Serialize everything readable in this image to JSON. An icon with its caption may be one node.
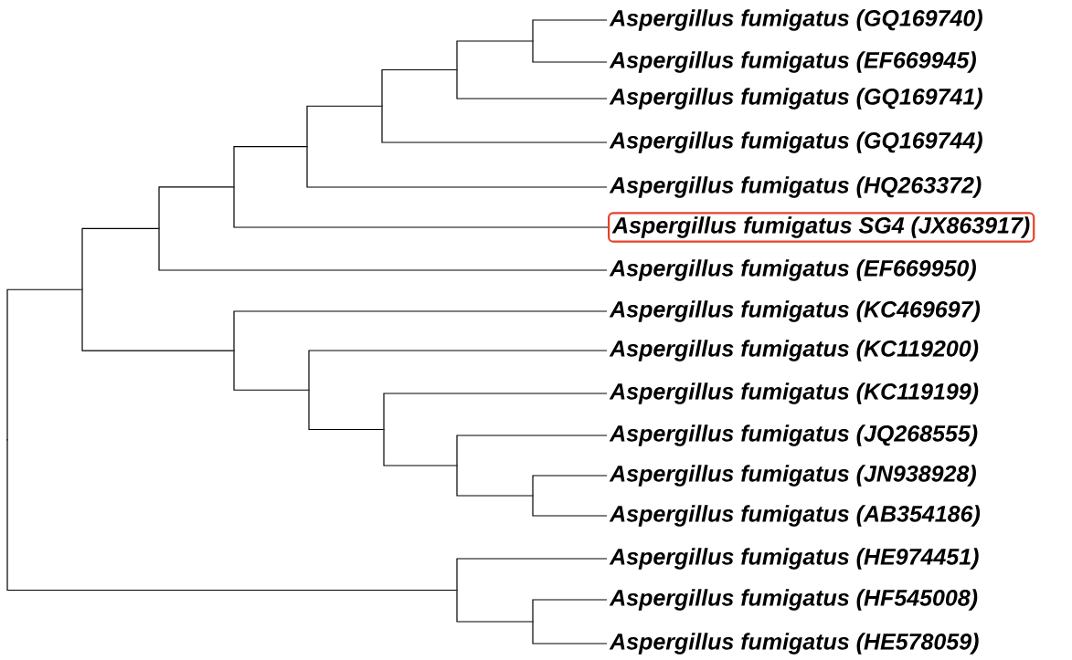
{
  "diagram": {
    "nodes": [
      {
        "text": [
          "Aspergillus fumigatus (GQ169740)"
        ]
      },
      {
        "text": [
          "Aspergillus fumigatus (EF669945)"
        ]
      },
      {
        "text": [
          "Aspergillus fumigatus (GQ169741)"
        ]
      },
      {
        "text": [
          "Aspergillus fumigatus (GQ169744)"
        ]
      },
      {
        "text": [
          "Aspergillus fumigatus (HQ263372)"
        ]
      },
      {
        "text": [
          "Aspergillus fumigatus SG4 (JX863917)"
        ]
      },
      {
        "text": [
          "Aspergillus fumigatus (EF669950)"
        ]
      },
      {
        "text": [
          "Aspergillus fumigatus (KC469697)"
        ]
      },
      {
        "text": [
          "Aspergillus fumigatus (KC119200)"
        ]
      },
      {
        "text": [
          "Aspergillus fumigatus (KC119199)"
        ]
      },
      {
        "text": [
          "Aspergillus fumigatus (JQ268555)"
        ]
      },
      {
        "text": [
          "Aspergillus fumigatus (JN938928)"
        ]
      },
      {
        "text": [
          "Aspergillus fumigatus (AB354186)"
        ]
      },
      {
        "text": [
          "Aspergillus fumigatus (HE974451)"
        ]
      },
      {
        "text": [
          "Aspergillus fumigatus (HF545008)"
        ]
      },
      {
        "text": [
          "Aspergillus fumigatus (HE578059)"
        ]
      },
      {
        "text": [],
        "shape": "point"
      },
      {
        "text": [],
        "shape": "point"
      },
      {
        "text": [],
        "shape": "point"
      },
      {
        "text": [],
        "shape": "point"
      },
      {
        "text": [],
        "shape": "point"
      },
      {
        "text": [],
        "shape": "point"
      },
      {
        "text": [],
        "shape": "point"
      },
      {
        "text": [],
        "shape": "point"
      },
      {
        "text": [],
        "shape": "point"
      },
      {
        "text": [],
        "shape": "point"
      },
      {
        "text": [],
        "shape": "point"
      },
      {
        "text": [],
        "shape": "point"
      },
      {
        "text": [],
        "shape": "point"
      },
      {
        "text": [],
        "shape": "point"
      },
      {
        "text": [],
        "shape": "point"
      }
    ],
    "edges": [
      {
        "from": 16,
        "to": 0,
        "arrow": "none"
      },
      {
        "from": 16,
        "to": 1,
        "arrow": "none"
      },
      {
        "from": 17,
        "to": 16,
        "arrow": "none"
      },
      {
        "from": 17,
        "to": 2,
        "arrow": "none"
      },
      {
        "from": 18,
        "to": 17,
        "arrow": "none"
      },
      {
        "from": 18,
        "to": 3,
        "arrow": "none"
      },
      {
        "from": 19,
        "to": 18,
        "arrow": "none"
      },
      {
        "from": 19,
        "to": 4,
        "arrow": "none"
      },
      {
        "from": 20,
        "to": 19,
        "arrow": "none"
      },
      {
        "from": 20,
        "to": 5,
        "arrow": "none"
      },
      {
        "from": 21,
        "to": 20,
        "arrow": "none"
      },
      {
        "from": 21,
        "to": 6,
        "arrow": "none"
      },
      {
        "from": 22,
        "to": 7,
        "arrow": "none"
      },
      {
        "from": 22,
        "to": 23,
        "arrow": "none"
      },
      {
        "from": 23,
        "to": 8,
        "arrow": "none"
      },
      {
        "from": 23,
        "to": 24,
        "arrow": "none"
      },
      {
        "from": 24,
        "to": 9,
        "arrow": "none"
      },
      {
        "from": 24,
        "to": 25,
        "arrow": "none"
      },
      {
        "from": 25,
        "to": 10,
        "arrow": "none"
      },
      {
        "from": 25,
        "to": 26,
        "arrow": "none"
      },
      {
        "from": 26,
        "to": 11,
        "arrow": "none"
      },
      {
        "from": 26,
        "to": 12,
        "arrow": "none"
      },
      {
        "from": 27,
        "to": 21,
        "arrow": "none"
      },
      {
        "from": 27,
        "to": 22,
        "arrow": "none"
      },
      {
        "from": 28,
        "to": 13,
        "arrow": "none"
      },
      {
        "from": 28,
        "to": 29,
        "arrow": "none"
      },
      {
        "from": 29,
        "to": 14,
        "arrow": "none"
      },
      {
        "from": 29,
        "to": 15,
        "arrow": "none"
      },
      {
        "from": 30,
        "to": 27,
        "arrow": "none"
      },
      {
        "from": 30,
        "to": 28,
        "arrow": "none"
      }
    ]
  }
}
